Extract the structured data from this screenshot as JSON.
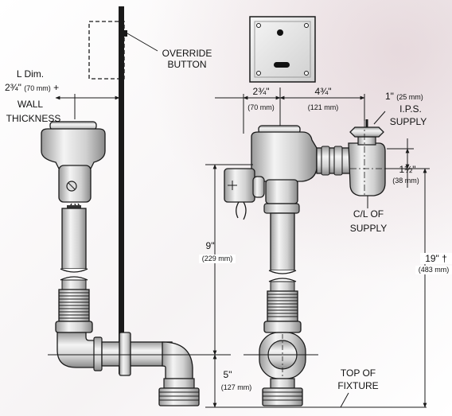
{
  "labels": {
    "override_button_line1": "OVERRIDE",
    "override_button_line2": "BUTTON",
    "l_dim": "L Dim.",
    "l_dim_value": "2¾\"",
    "l_dim_mm": "(70 mm)",
    "l_dim_plus": "+",
    "wall": "WALL",
    "thickness": "THICKNESS",
    "dim_2_75": "2¾\"",
    "dim_2_75_mm": "(70 mm)",
    "dim_4_75": "4¾\"",
    "dim_4_75_mm": "(121 mm)",
    "dim_1": "1\"",
    "dim_1_mm": "(25 mm)",
    "ips_line1": "I.P.S.",
    "ips_line2": "SUPPLY",
    "dim_1_5": "1½\"",
    "dim_1_5_mm": "(38 mm)",
    "cl_supply_line1": "C/L OF",
    "cl_supply_line2": "SUPPLY",
    "dim_9": "9\"",
    "dim_9_mm": "(229 mm)",
    "dim_19": "19\" †",
    "dim_19_mm": "(483 mm)",
    "dim_5": "5\"",
    "dim_5_mm": "(127 mm)",
    "top_fixture_line1": "TOP OF",
    "top_fixture_line2": "FIXTURE"
  },
  "colors": {
    "line": "#1a1a1a",
    "metal_light": "#f2f2f2",
    "metal_mid": "#c8c8c8",
    "metal_dark": "#8a8a8a",
    "plate": "#e6e6e6"
  }
}
